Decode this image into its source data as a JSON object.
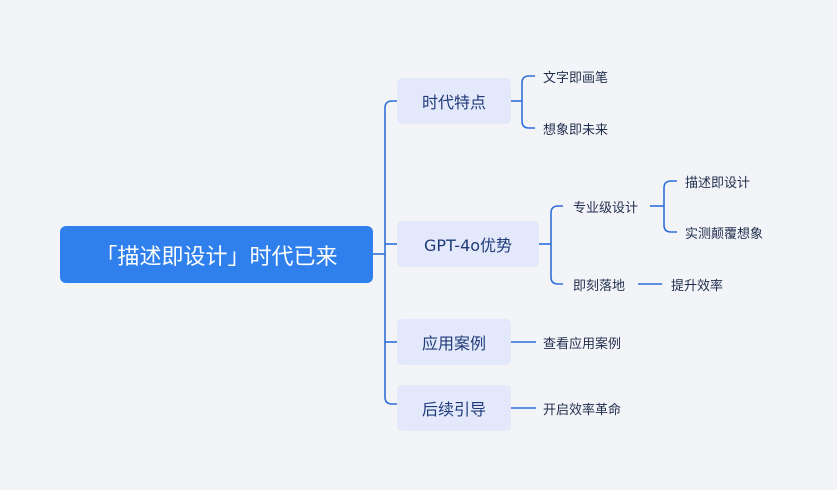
{
  "mindmap": {
    "root": "「描述即设计」时代已来",
    "branches": [
      {
        "label": "时代特点",
        "children": [
          "文字即画笔",
          "想象即未来"
        ]
      },
      {
        "label": "GPT-4o优势",
        "children": [
          {
            "label": "专业级设计",
            "children": [
              "描述即设计",
              "实测颠覆想象"
            ]
          },
          {
            "label": "即刻落地",
            "children": [
              "提升效率"
            ]
          }
        ]
      },
      {
        "label": "应用案例",
        "children": [
          "查看应用案例"
        ]
      },
      {
        "label": "后续引导",
        "children": [
          "开启效率革命"
        ]
      }
    ]
  },
  "colors": {
    "background": "#f3f4f8",
    "root_fill": "#2f80ed",
    "branch_fill": "#e3e9fb",
    "connector": "#2f6fd9",
    "text_dark": "#1f2d4d"
  }
}
